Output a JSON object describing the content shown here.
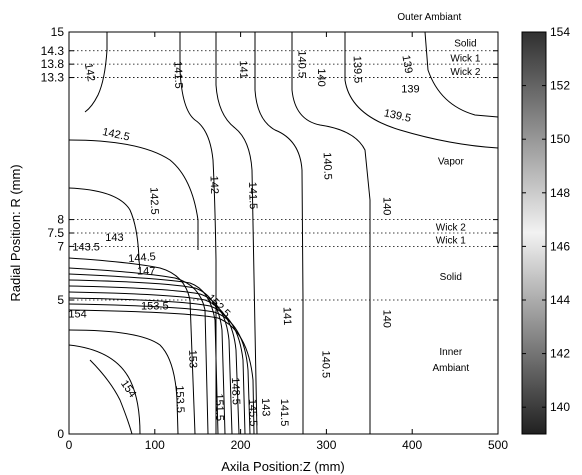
{
  "chart_data": {
    "type": "contour",
    "xlabel": "Axila Position:Z (mm)",
    "ylabel": "Radial Position: R (mm)",
    "xlim": [
      0,
      500
    ],
    "ylim": [
      0,
      15
    ],
    "x_ticks": [
      0,
      100,
      200,
      300,
      400,
      500
    ],
    "y_ticks": [
      0,
      5,
      7,
      7.5,
      8,
      13.3,
      13.8,
      14.3,
      15
    ],
    "region_boundaries": [
      5,
      7,
      7.5,
      8,
      13.3,
      13.8,
      14.3
    ],
    "region_labels": [
      {
        "text": "Outer Ambiant",
        "z": 420,
        "r": 15.6
      },
      {
        "text": "Solid",
        "z": 462,
        "r": 14.6
      },
      {
        "text": "Wick 1",
        "z": 462,
        "r": 14.05
      },
      {
        "text": "Wick 2",
        "z": 462,
        "r": 13.55
      },
      {
        "text": "Vapor",
        "z": 445,
        "r": 10.2
      },
      {
        "text": "Wick 2",
        "z": 445,
        "r": 7.75
      },
      {
        "text": "Wick 1",
        "z": 445,
        "r": 7.25
      },
      {
        "text": "Solid",
        "z": 445,
        "r": 5.9
      },
      {
        "text": "Inner",
        "z": 445,
        "r": 3.1
      },
      {
        "text": "Ambiant",
        "z": 445,
        "r": 2.5
      }
    ],
    "contour_labels": [
      {
        "text": "142",
        "z": 25,
        "r": 13.5,
        "rot": 80
      },
      {
        "text": "141.5",
        "z": 128,
        "r": 13.4,
        "rot": 88
      },
      {
        "text": "141",
        "z": 204,
        "r": 13.6,
        "rot": 88
      },
      {
        "text": "140.5",
        "z": 272,
        "r": 13.8,
        "rot": 90
      },
      {
        "text": "140",
        "z": 295,
        "r": 13.3,
        "rot": 90
      },
      {
        "text": "139.5",
        "z": 337,
        "r": 13.6,
        "rot": 88
      },
      {
        "text": "139",
        "z": 395,
        "r": 13.8,
        "rot": 80
      },
      {
        "text": "139",
        "z": 398,
        "r": 12.9,
        "rot": 0
      },
      {
        "text": "139.5",
        "z": 383,
        "r": 11.9,
        "rot": 12
      },
      {
        "text": "142.5",
        "z": 55,
        "r": 11.2,
        "rot": 12
      },
      {
        "text": "142",
        "z": 170,
        "r": 9.3,
        "rot": 88
      },
      {
        "text": "142.5",
        "z": 100,
        "r": 8.7,
        "rot": 88
      },
      {
        "text": "141.5",
        "z": 215,
        "r": 8.9,
        "rot": 88
      },
      {
        "text": "140.5",
        "z": 302,
        "r": 10.0,
        "rot": 88
      },
      {
        "text": "140",
        "z": 371,
        "r": 8.5,
        "rot": 90
      },
      {
        "text": "143",
        "z": 53,
        "r": 7.35,
        "rot": 0
      },
      {
        "text": "143.5",
        "z": 20,
        "r": 7.0,
        "rot": 0
      },
      {
        "text": "144.5",
        "z": 85,
        "r": 6.6,
        "rot": -5
      },
      {
        "text": "147",
        "z": 90,
        "r": 6.1,
        "rot": 0
      },
      {
        "text": "152.5",
        "z": 175,
        "r": 4.8,
        "rot": 45
      },
      {
        "text": "153.5",
        "z": 100,
        "r": 4.8,
        "rot": 0
      },
      {
        "text": "154",
        "z": 10,
        "r": 4.5,
        "rot": 0
      },
      {
        "text": "141",
        "z": 255,
        "r": 4.4,
        "rot": 88
      },
      {
        "text": "140",
        "z": 371,
        "r": 4.3,
        "rot": 90
      },
      {
        "text": "154",
        "z": 70,
        "r": 1.7,
        "rot": 55
      },
      {
        "text": "153",
        "z": 145,
        "r": 2.8,
        "rot": 88
      },
      {
        "text": "153.5",
        "z": 130,
        "r": 1.3,
        "rot": 88
      },
      {
        "text": "151.5",
        "z": 176,
        "r": 1.0,
        "rot": 88
      },
      {
        "text": "148.5",
        "z": 195,
        "r": 1.6,
        "rot": 88
      },
      {
        "text": "145.5",
        "z": 215,
        "r": 0.8,
        "rot": 88
      },
      {
        "text": "143",
        "z": 230,
        "r": 1.0,
        "rot": 88
      },
      {
        "text": "141.5",
        "z": 252,
        "r": 0.8,
        "rot": 90
      },
      {
        "text": "140.5",
        "z": 300,
        "r": 2.6,
        "rot": 90
      }
    ],
    "colorbar": {
      "min": 139,
      "max": 154,
      "ticks": [
        140,
        142,
        144,
        146,
        148,
        150,
        152,
        154
      ],
      "colormap": "gray-diverging",
      "low_color": "#202020",
      "mid_color": "#f2f2f2",
      "high_color": "#303030"
    },
    "grid": false
  }
}
